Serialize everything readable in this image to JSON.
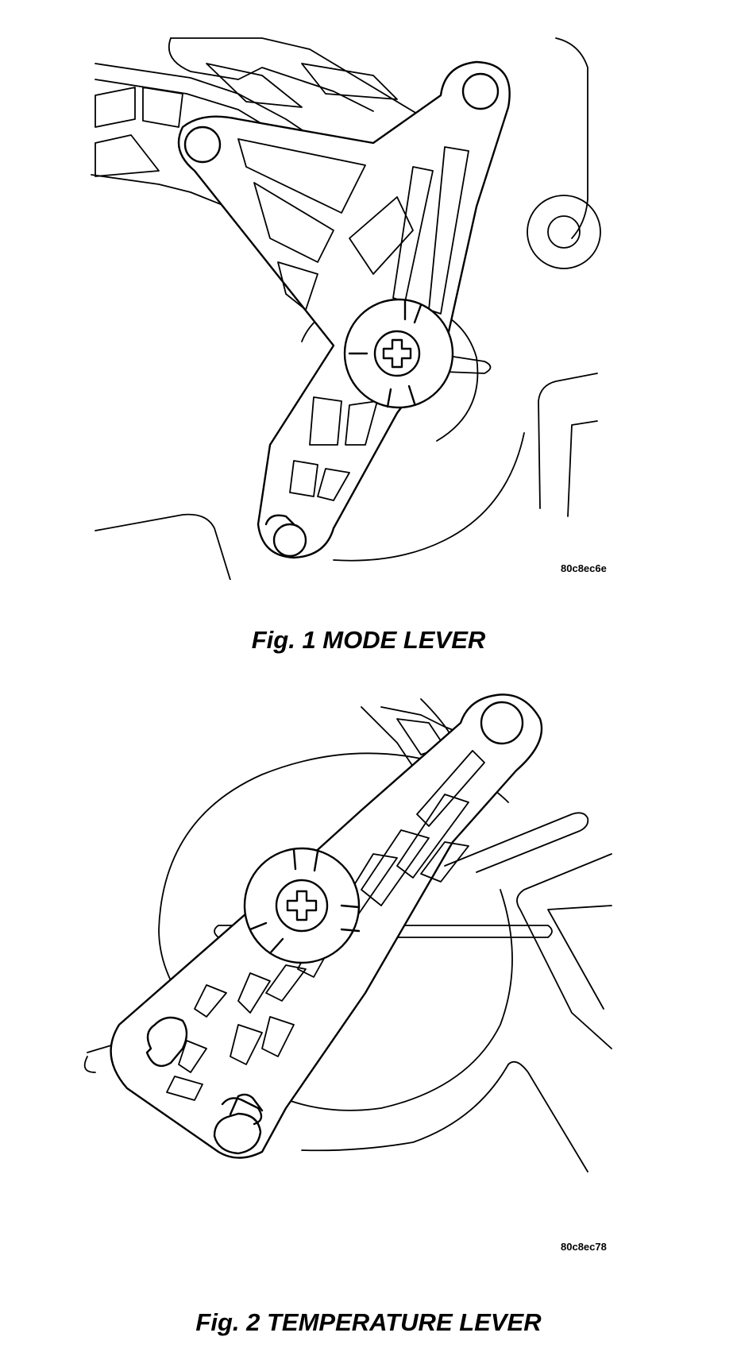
{
  "figures": [
    {
      "id": "fig1",
      "code": "80c8ec6e",
      "caption": "Fig. 1 MODE LEVER"
    },
    {
      "id": "fig2",
      "code": "80c8ec78",
      "caption": "Fig. 2 TEMPERATURE LEVER"
    }
  ],
  "colors": {
    "line": "#000000",
    "background": "#ffffff"
  }
}
